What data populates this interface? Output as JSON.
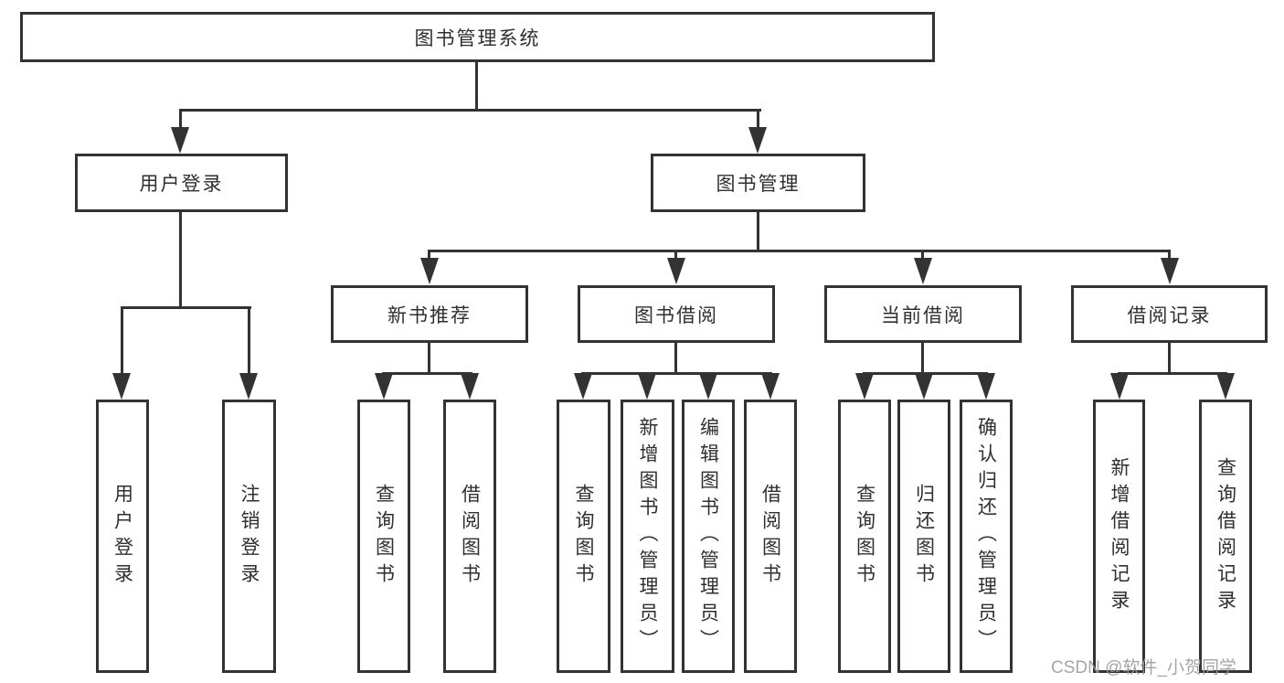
{
  "nodes": {
    "root": "图书管理系统",
    "login": "用户登录",
    "mgmt": "图书管理",
    "login_children": [
      "用户登录",
      "注销登录"
    ],
    "newbook": "新书推荐",
    "newbook_children": [
      "查询图书",
      "借阅图书"
    ],
    "borrow": "图书借阅",
    "borrow_children": [
      "查询图书",
      "新增图书（管理员）",
      "编辑图书（管理员）",
      "借阅图书"
    ],
    "current": "当前借阅",
    "current_children": [
      "查询图书",
      "归还图书",
      "确认归还（管理员）"
    ],
    "records": "借阅记录",
    "records_children": [
      "新增借阅记录",
      "查询借阅记录"
    ]
  },
  "watermark": "CSDN @软件_小贺同学",
  "colors": {
    "line": "#333333",
    "text": "#2f2f2f",
    "watermark": "#9b9b9b",
    "background": "#ffffff"
  }
}
